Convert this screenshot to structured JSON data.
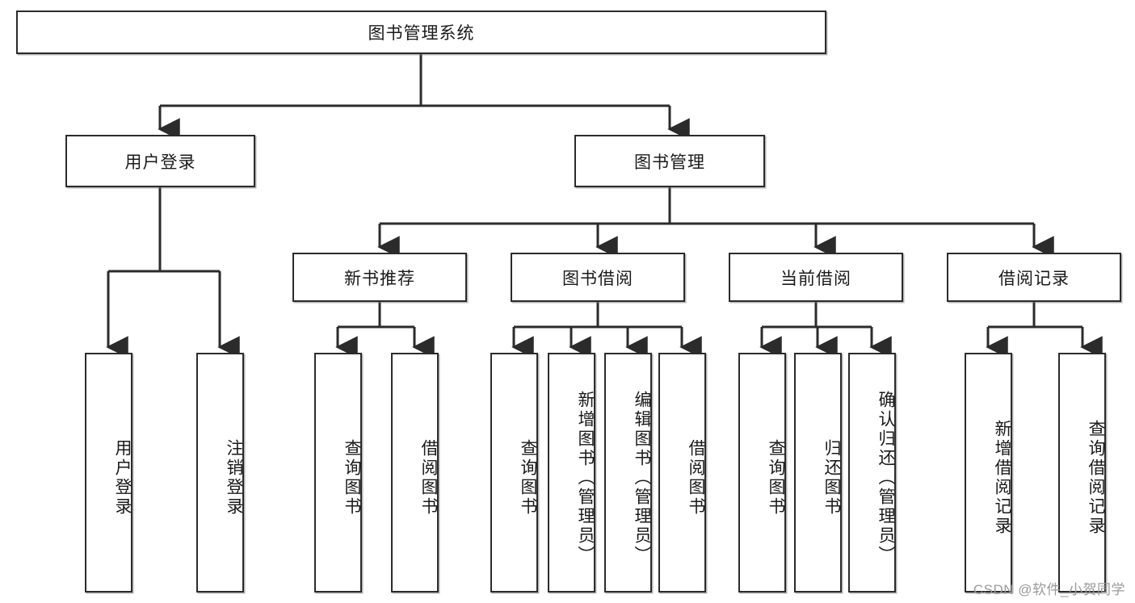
{
  "diagram": {
    "type": "tree",
    "title": "图书管理系统",
    "root": {
      "label": "图书管理系统"
    },
    "level1": [
      {
        "label": "用户登录"
      },
      {
        "label": "图书管理"
      }
    ],
    "level2": [
      {
        "label": "新书推荐"
      },
      {
        "label": "图书借阅"
      },
      {
        "label": "当前借阅"
      },
      {
        "label": "借阅记录"
      }
    ],
    "leaves": {
      "user_login": [
        {
          "label": "用户登录"
        },
        {
          "label": "注销登录"
        }
      ],
      "new_book_recommend": [
        {
          "label": "查询图书"
        },
        {
          "label": "借阅图书"
        }
      ],
      "book_borrow": [
        {
          "label": "查询图书"
        },
        {
          "label": "新增图书（管理员）"
        },
        {
          "label": "编辑图书（管理员）"
        },
        {
          "label": "借阅图书"
        }
      ],
      "current_borrow": [
        {
          "label": "查询图书"
        },
        {
          "label": "归还图书"
        },
        {
          "label": "确认归还（管理员）"
        }
      ],
      "borrow_record": [
        {
          "label": "新增借阅记录"
        },
        {
          "label": "查询借阅记录"
        }
      ]
    },
    "watermark": "CSDN @软件_小贺同学",
    "colors": {
      "stroke": "#2b2b2b",
      "fill": "#ffffff",
      "text": "#1a1a1a",
      "watermark": "#9a9a9a"
    }
  }
}
